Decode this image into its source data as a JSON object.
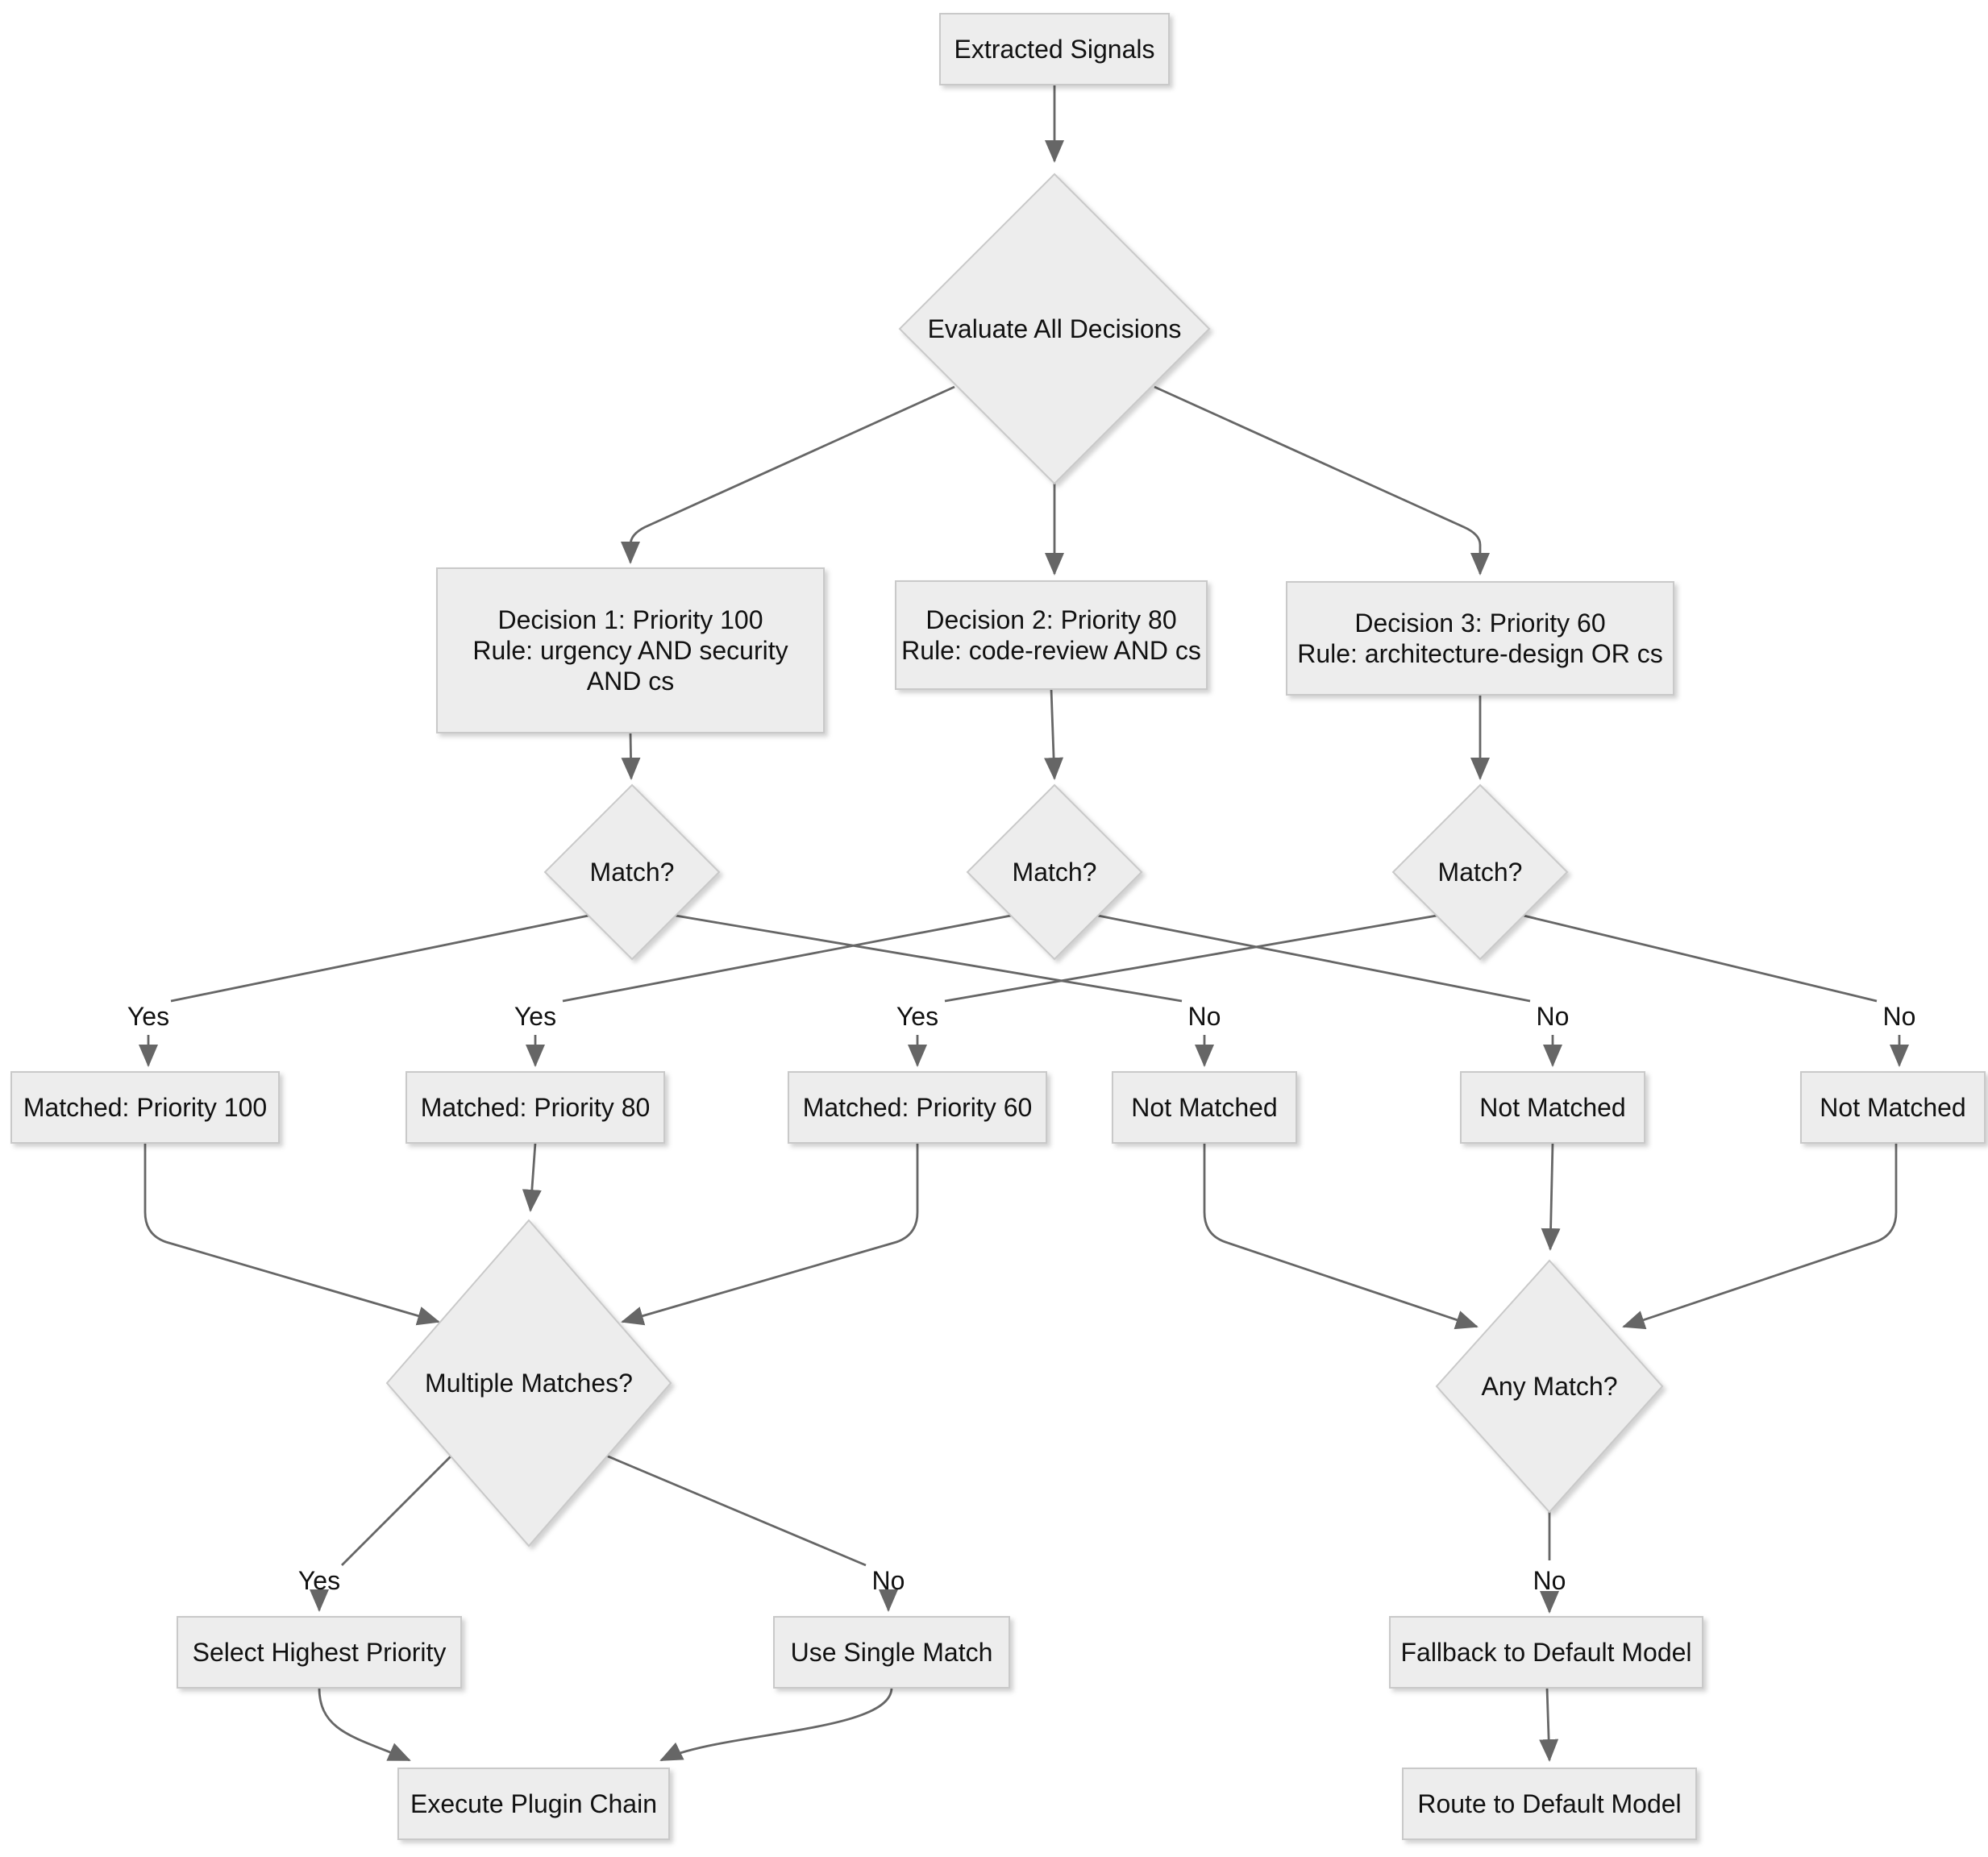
{
  "diagram": {
    "type": "flowchart",
    "colors": {
      "background": "#ffffff",
      "node_fill": "#ededed",
      "node_border": "#c9c9c9",
      "edge_color": "#666666",
      "text_color": "#111111"
    },
    "nodes": [
      {
        "id": "extracted",
        "shape": "rect",
        "lines": [
          "Extracted Signals"
        ]
      },
      {
        "id": "evaluate",
        "shape": "diamond",
        "lines": [
          "Evaluate All Decisions"
        ]
      },
      {
        "id": "d1",
        "shape": "rect",
        "lines": [
          "Decision 1: Priority 100",
          "Rule: urgency AND security",
          "AND cs"
        ]
      },
      {
        "id": "d2",
        "shape": "rect",
        "lines": [
          "Decision 2: Priority 80",
          "Rule: code-review AND cs"
        ]
      },
      {
        "id": "d3",
        "shape": "rect",
        "lines": [
          "Decision 3: Priority 60",
          "Rule: architecture-design OR cs"
        ]
      },
      {
        "id": "match1",
        "shape": "diamond",
        "lines": [
          "Match?"
        ]
      },
      {
        "id": "match2",
        "shape": "diamond",
        "lines": [
          "Match?"
        ]
      },
      {
        "id": "match3",
        "shape": "diamond",
        "lines": [
          "Match?"
        ]
      },
      {
        "id": "m100",
        "shape": "rect",
        "lines": [
          "Matched: Priority 100"
        ]
      },
      {
        "id": "m80",
        "shape": "rect",
        "lines": [
          "Matched: Priority 80"
        ]
      },
      {
        "id": "m60",
        "shape": "rect",
        "lines": [
          "Matched: Priority 60"
        ]
      },
      {
        "id": "nm1",
        "shape": "rect",
        "lines": [
          "Not Matched"
        ]
      },
      {
        "id": "nm2",
        "shape": "rect",
        "lines": [
          "Not Matched"
        ]
      },
      {
        "id": "nm3",
        "shape": "rect",
        "lines": [
          "Not Matched"
        ]
      },
      {
        "id": "multiple",
        "shape": "diamond",
        "lines": [
          "Multiple Matches?"
        ]
      },
      {
        "id": "any",
        "shape": "diamond",
        "lines": [
          "Any Match?"
        ]
      },
      {
        "id": "select",
        "shape": "rect",
        "lines": [
          "Select Highest Priority"
        ]
      },
      {
        "id": "single",
        "shape": "rect",
        "lines": [
          "Use Single Match"
        ]
      },
      {
        "id": "fallback",
        "shape": "rect",
        "lines": [
          "Fallback to Default Model"
        ]
      },
      {
        "id": "execute",
        "shape": "rect",
        "lines": [
          "Execute Plugin Chain"
        ]
      },
      {
        "id": "route",
        "shape": "rect",
        "lines": [
          "Route to Default Model"
        ]
      }
    ],
    "edges": [
      {
        "from": "extracted",
        "to": "evaluate",
        "label": ""
      },
      {
        "from": "evaluate",
        "to": "d1",
        "label": ""
      },
      {
        "from": "evaluate",
        "to": "d2",
        "label": ""
      },
      {
        "from": "evaluate",
        "to": "d3",
        "label": ""
      },
      {
        "from": "d1",
        "to": "match1",
        "label": ""
      },
      {
        "from": "d2",
        "to": "match2",
        "label": ""
      },
      {
        "from": "d3",
        "to": "match3",
        "label": ""
      },
      {
        "from": "match1",
        "to": "m100",
        "label": "Yes"
      },
      {
        "from": "match2",
        "to": "m80",
        "label": "Yes"
      },
      {
        "from": "match3",
        "to": "m60",
        "label": "Yes"
      },
      {
        "from": "match1",
        "to": "nm1",
        "label": "No"
      },
      {
        "from": "match2",
        "to": "nm2",
        "label": "No"
      },
      {
        "from": "match3",
        "to": "nm3",
        "label": "No"
      },
      {
        "from": "m100",
        "to": "multiple",
        "label": ""
      },
      {
        "from": "m80",
        "to": "multiple",
        "label": ""
      },
      {
        "from": "m60",
        "to": "multiple",
        "label": ""
      },
      {
        "from": "nm1",
        "to": "any",
        "label": ""
      },
      {
        "from": "nm2",
        "to": "any",
        "label": ""
      },
      {
        "from": "nm3",
        "to": "any",
        "label": ""
      },
      {
        "from": "multiple",
        "to": "select",
        "label": "Yes"
      },
      {
        "from": "multiple",
        "to": "single",
        "label": "No"
      },
      {
        "from": "any",
        "to": "fallback",
        "label": "No"
      },
      {
        "from": "select",
        "to": "execute",
        "label": ""
      },
      {
        "from": "single",
        "to": "execute",
        "label": ""
      },
      {
        "from": "fallback",
        "to": "route",
        "label": ""
      }
    ]
  }
}
